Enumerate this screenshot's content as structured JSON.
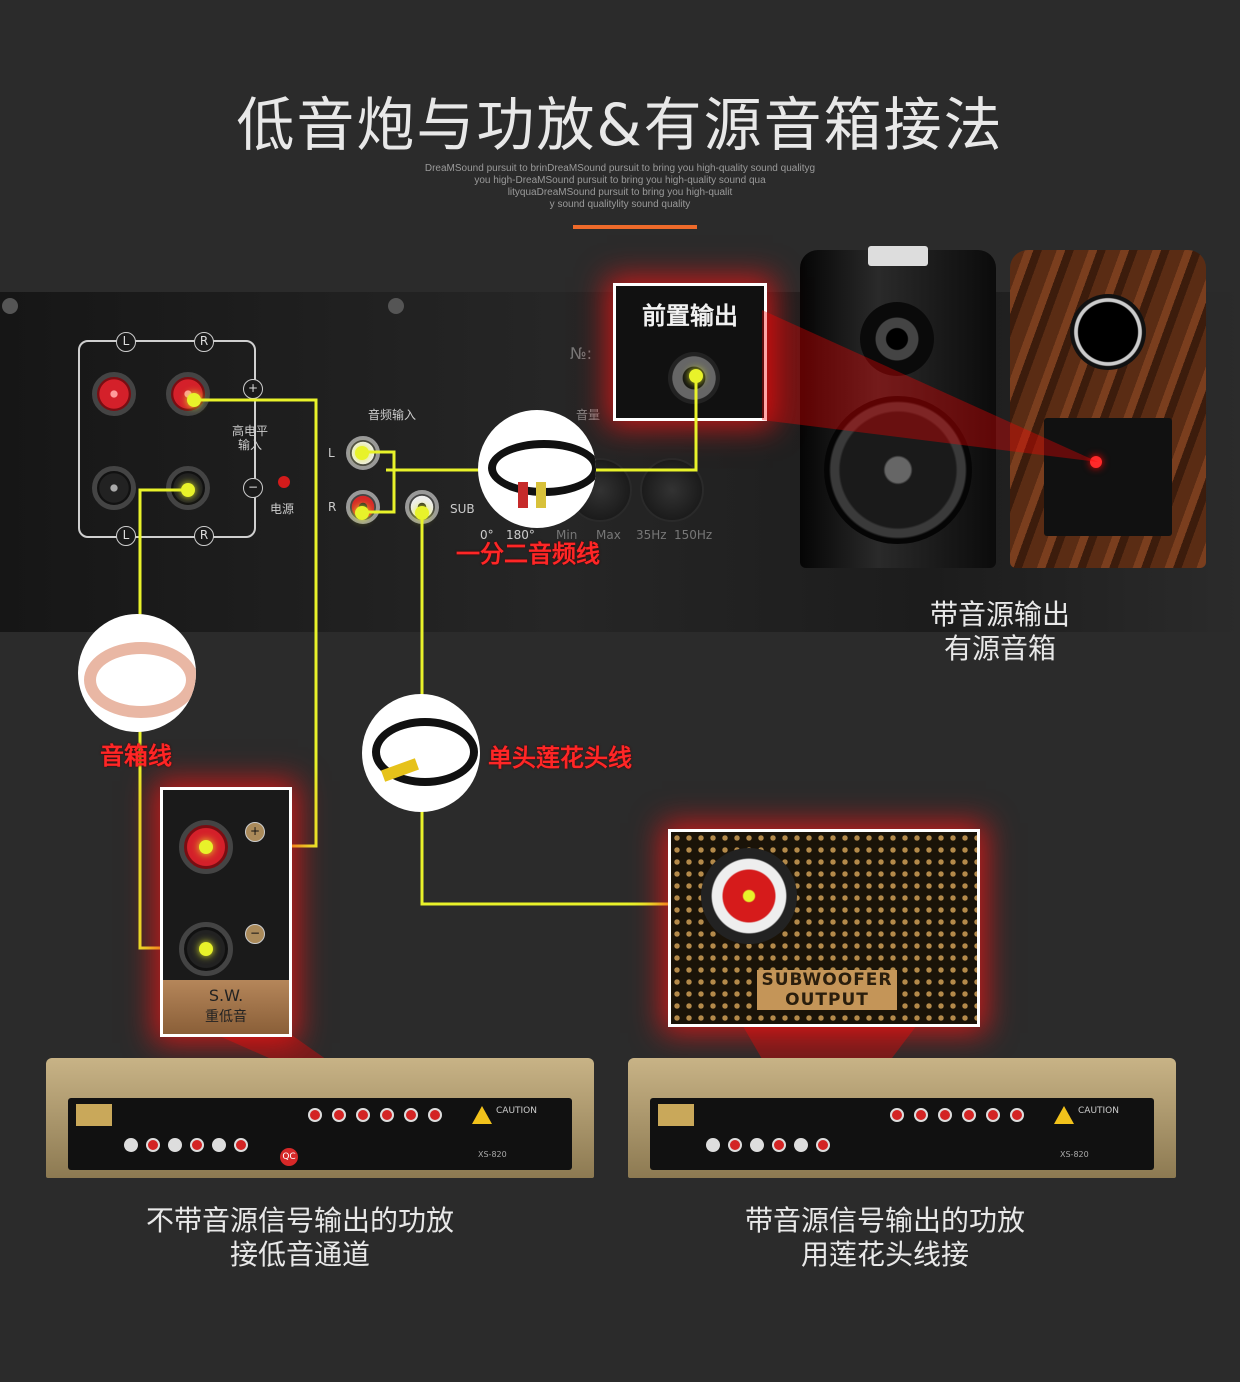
{
  "header": {
    "title": "低音炮与功放&有源音箱接法",
    "subtitle_lines": [
      "DreaMSound pursuit to brinDreaMSound pursuit to bring you high-quality sound qualityg",
      "you high-DreaMSound pursuit to bring you high-quality sound qua",
      "lityquaDreaMSound pursuit to bring you high-qualit",
      "y sound qualitylity sound quality"
    ]
  },
  "subwoofer_panel": {
    "terminal_L": "L",
    "terminal_R": "R",
    "plus": "+",
    "minus": "−",
    "high_level_input": "高电平\n输入",
    "power": "电源",
    "audio_input": "音频输入",
    "input_L": "L",
    "input_R": "R",
    "sub": "SUB",
    "volume": "音量",
    "phase_0": "0°",
    "phase_180": "180°",
    "vol_min": "Min",
    "vol_max": "Max",
    "freq_35": "35Hz",
    "freq_150": "150Hz",
    "serial_label": "№:"
  },
  "insets": {
    "front_output": "前置输出",
    "sw_label": "S.W.",
    "sw_chinese": "重低音",
    "plus": "+",
    "minus": "−",
    "subwoofer_output_1": "SUBWOOFER",
    "subwoofer_output_2": "OUTPUT"
  },
  "cables": {
    "y_cable": "一分二音频线",
    "speaker_wire": "音箱线",
    "single_rca": "单头莲花头线"
  },
  "captions": {
    "active_speakers_1": "带音源输出",
    "active_speakers_2": "有源音箱",
    "amp_left_1": "不带音源信号输出的功放",
    "amp_left_2": "接低音通道",
    "amp_right_1": "带音源信号输出的功放",
    "amp_right_2": "用莲花头线接"
  },
  "amp_panel": {
    "caution": "CAUTION",
    "qc": "QC",
    "model": "XS-820"
  },
  "colors": {
    "background": "#2b2b2b",
    "accent": "#ee6a2a",
    "wire": "#e8f22a",
    "label_red": "#ff2626"
  }
}
